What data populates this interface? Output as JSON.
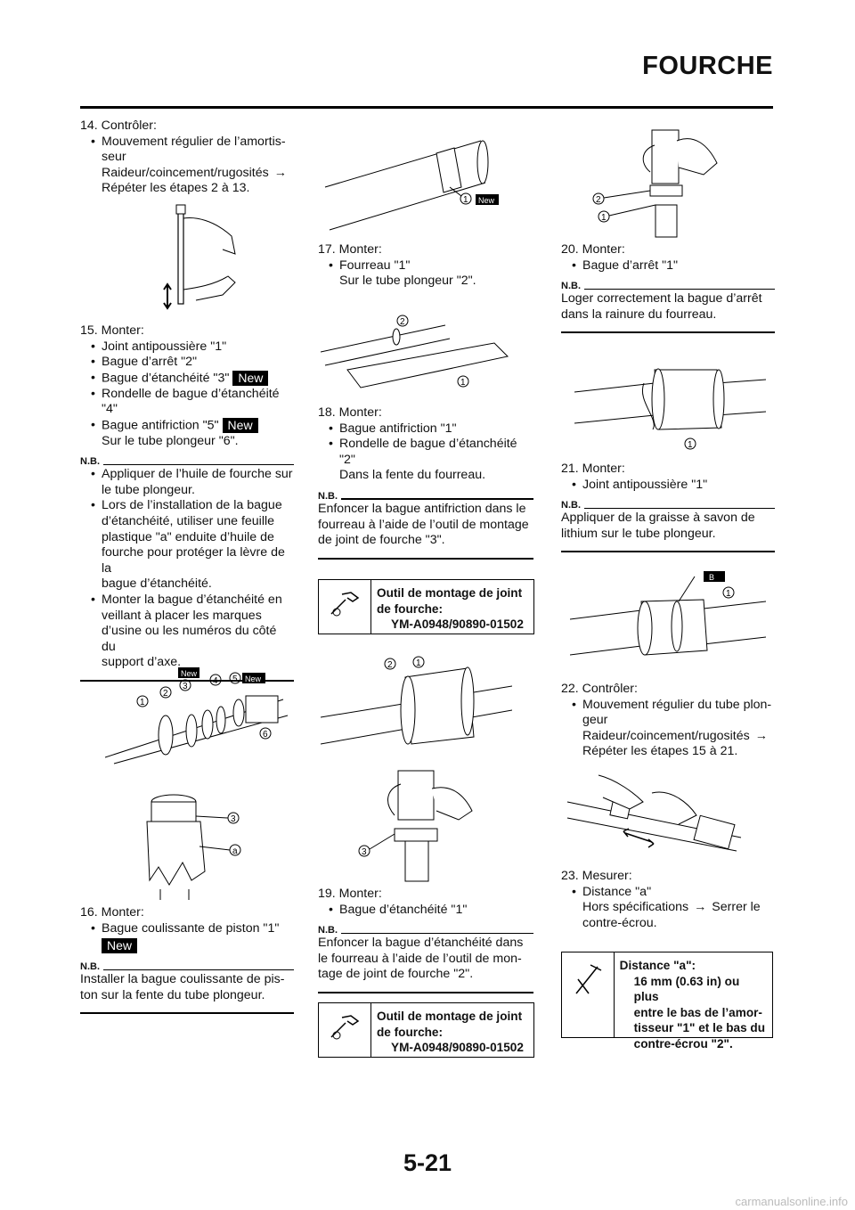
{
  "header": {
    "title": "FOURCHE"
  },
  "col1": {
    "s14": {
      "num": "14. Contrôler:",
      "b1": "Mouvement régulier de l’amortis-",
      "b1b": "seur",
      "l1": "Raideur/coincement/rugosités",
      "l2": "Répéter les étapes 2 à 13."
    },
    "s15": {
      "num": "15. Monter:",
      "b1": "Joint antipoussière \"1\"",
      "b2": "Bague d’arrêt \"2\"",
      "b3": "Bague d’étanchéité \"3\"",
      "b4": "Rondelle de bague d’étanchéité",
      "b4b": "\"4\"",
      "b5": "Bague antifriction \"5\"",
      "l1": "Sur le tube plongeur \"6\"."
    },
    "nb1": {
      "head": "N.B.",
      "b1": "Appliquer de l’huile de fourche sur",
      "b1b": "le tube plongeur.",
      "b2": "Lors de l’installation de la bague",
      "b2b": "d’étanchéité, utiliser une feuille",
      "b2c": "plastique \"a\" enduite d’huile de",
      "b2d": "fourche pour protéger la lèvre de la",
      "b2e": "bague d’étanchéité.",
      "b3": "Monter la bague d’étanchéité en",
      "b3b": "veillant à placer les marques",
      "b3c": "d’usine ou les numéros du côté du",
      "b3d": "support d’axe."
    },
    "s16": {
      "num": "16. Monter:",
      "b1": "Bague coulissante de piston \"1\""
    },
    "nb2": {
      "head": "N.B.",
      "t1": "Installer la bague coulissante de pis-",
      "t2": "ton sur la fente du tube plongeur."
    }
  },
  "col2": {
    "s17": {
      "num": "17. Monter:",
      "b1": "Fourreau \"1\"",
      "l1": "Sur le tube plongeur \"2\"."
    },
    "s18": {
      "num": "18. Monter:",
      "b1": "Bague antifriction \"1\"",
      "b2": "Rondelle de bague d’étanchéité",
      "b2b": "\"2\"",
      "l1": "Dans la fente du fourreau."
    },
    "nb1": {
      "head": "N.B.",
      "t1": "Enfoncer la bague antifriction dans le",
      "t2": "fourreau à l’aide de l’outil de montage",
      "t3": "de joint de fourche \"3\"."
    },
    "tool1": {
      "t1": "Outil de montage de joint",
      "t2": "de fourche:",
      "code": "YM-A0948/90890-01502"
    },
    "s19": {
      "num": "19. Monter:",
      "b1": "Bague d’étanchéité \"1\""
    },
    "nb2": {
      "head": "N.B.",
      "t1": "Enfoncer la bague d’étanchéité dans",
      "t2": "le fourreau à l’aide de l’outil de mon-",
      "t3": "tage de joint de fourche \"2\"."
    },
    "tool2": {
      "t1": "Outil de montage de joint",
      "t2": "de fourche:",
      "code": "YM-A0948/90890-01502"
    }
  },
  "col3": {
    "s20": {
      "num": "20. Monter:",
      "b1": "Bague d’arrêt \"1\""
    },
    "nb1": {
      "head": "N.B.",
      "t1": "Loger correctement la bague d’arrêt",
      "t2": "dans la rainure du fourreau."
    },
    "s21": {
      "num": "21. Monter:",
      "b1": "Joint antipoussière \"1\""
    },
    "nb2": {
      "head": "N.B.",
      "t1": "Appliquer de la graisse à savon de",
      "t2": "lithium sur le tube plongeur."
    },
    "s22": {
      "num": "22. Contrôler:",
      "b1": "Mouvement régulier du tube plon-",
      "b1b": "geur",
      "l1": "Raideur/coincement/rugosités",
      "l2": "Répéter les étapes 15 à 21."
    },
    "s23": {
      "num": "23. Mesurer:",
      "b1": "Distance \"a\"",
      "l1": "Hors spécifications",
      "l1b": "Serrer le",
      "l2": "contre-écrou."
    },
    "spec": {
      "t1": "Distance \"a\":",
      "t2": "16 mm (0.63 in) ou plus",
      "t3": "entre le bas de l’amor-",
      "t4": "tisseur \"1\" et le bas du",
      "t5": "contre-écrou \"2\"."
    }
  },
  "labels": {
    "new": "New",
    "n1": "1",
    "n2": "2",
    "n3": "3",
    "n4": "4",
    "n5": "5",
    "n6": "6",
    "a": "a",
    "b": "B"
  },
  "footer": {
    "page": "5-21",
    "watermark": "carmanualsonline.info"
  }
}
